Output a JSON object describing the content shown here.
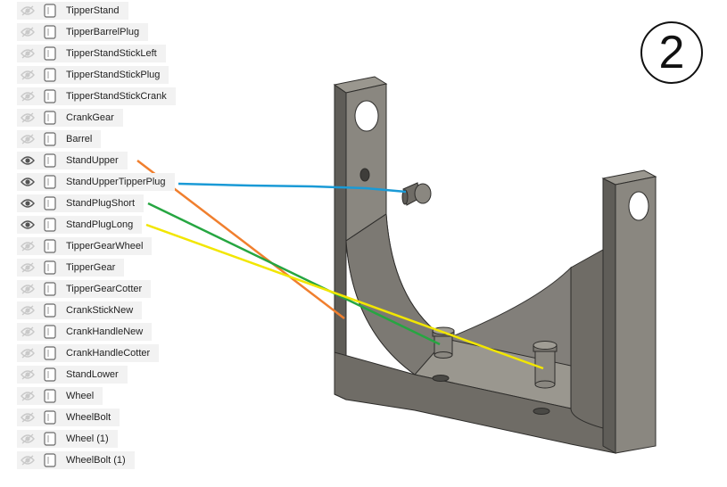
{
  "browser": {
    "items": [
      {
        "label": "TipperStand",
        "visible": false
      },
      {
        "label": "TipperBarrelPlug",
        "visible": false
      },
      {
        "label": "TipperStandStickLeft",
        "visible": false
      },
      {
        "label": "TipperStandStickPlug",
        "visible": false
      },
      {
        "label": "TipperStandStickCrank",
        "visible": false
      },
      {
        "label": "CrankGear",
        "visible": false
      },
      {
        "label": "Barrel",
        "visible": false
      },
      {
        "label": "StandUpper",
        "visible": true
      },
      {
        "label": "StandUpperTipperPlug",
        "visible": true
      },
      {
        "label": "StandPlugShort",
        "visible": true
      },
      {
        "label": "StandPlugLong",
        "visible": true
      },
      {
        "label": "TipperGearWheel",
        "visible": false
      },
      {
        "label": "TipperGear",
        "visible": false
      },
      {
        "label": "TipperGearCotter",
        "visible": false
      },
      {
        "label": "CrankStickNew",
        "visible": false
      },
      {
        "label": "CrankHandleNew",
        "visible": false
      },
      {
        "label": "CrankHandleCotter",
        "visible": false
      },
      {
        "label": "StandLower",
        "visible": false
      },
      {
        "label": "Wheel",
        "visible": false
      },
      {
        "label": "WheelBolt",
        "visible": false
      },
      {
        "label": "Wheel (1)",
        "visible": false
      },
      {
        "label": "WheelBolt (1)",
        "visible": false
      }
    ]
  },
  "step": {
    "number": "2"
  },
  "colors": {
    "row_bg": "#f2f2f2",
    "eye_visible": "#555555",
    "eye_hidden": "#c9c9c9",
    "part_face": "#8a8780",
    "part_dark": "#5f5d58",
    "part_edge": "#2e2d2b",
    "callout_stand_upper": "#f07f2e",
    "callout_tipper_plug": "#1a9ad6",
    "callout_plug_short": "#26a641",
    "callout_plug_long": "#f2e600"
  }
}
